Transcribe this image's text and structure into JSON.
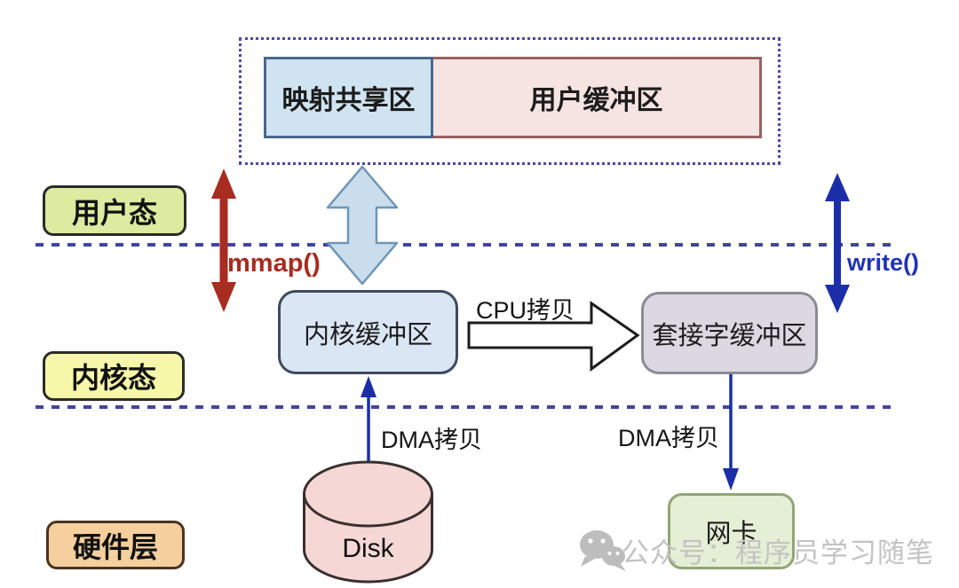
{
  "memory_map": {
    "mapped_shared_region": "映射共享区",
    "user_buffer": "用户缓冲区"
  },
  "layers": {
    "user_mode": "用户态",
    "kernel_mode": "内核态",
    "hardware_layer": "硬件层"
  },
  "nodes": {
    "kernel_buffer": "内核缓冲区",
    "socket_buffer": "套接字缓冲区",
    "nic": "网卡",
    "disk": "Disk"
  },
  "edges": {
    "mmap": "mmap()",
    "write": "write()",
    "cpu_copy": "CPU拷贝",
    "dma_copy_disk": "DMA拷贝",
    "dma_copy_nic": "DMA拷贝"
  },
  "watermark": {
    "text": "公众号：程序员学习随笔"
  },
  "colors": {
    "mapped_region_fill": "#cfe3f1",
    "mapped_region_border": "#4a688e",
    "user_buffer_fill": "#f6e4e2",
    "user_buffer_border": "#9a6161",
    "user_mode_fill": "#dceb9f",
    "kernel_mode_fill": "#f7f7a9",
    "hardware_fill": "#f5cf9d",
    "kernel_buffer_fill": "#dbe6f4",
    "socket_buffer_fill": "#dcd8e2",
    "nic_fill": "#e4efd6",
    "disk_fill": "#f5d8d6",
    "mmap_arrow": "#a82c20",
    "write_arrow": "#1b2ea8",
    "fat_arrow_fill": "#c9ddec",
    "dashed_line": "#4343a2",
    "watermark_gray": "#c3c3c3"
  }
}
